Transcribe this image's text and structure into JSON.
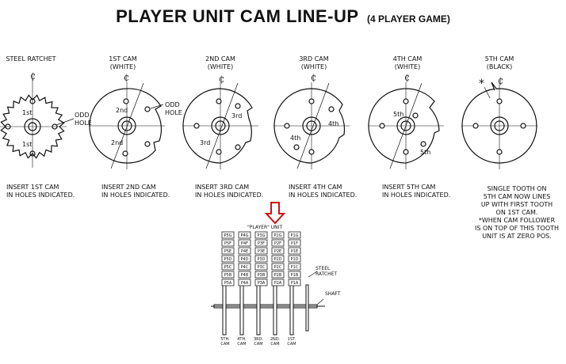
{
  "title": "PLAYER UNIT CAM LINE-UP",
  "subtitle": "(4 PLAYER GAME)",
  "centerline_symbol": "₵",
  "columns": [
    {
      "heading": [
        "STEEL RATCHET"
      ],
      "instruction": [
        "INSERT 1st CAM",
        "IN HOLES INDICATED."
      ],
      "labels": [
        "1st",
        "1st",
        "ODD",
        "HOLE"
      ]
    },
    {
      "heading": [
        "1st CAM",
        "(WHITE)"
      ],
      "instruction": [
        "INSERT 2nd CAM",
        "IN HOLES INDICATED."
      ],
      "labels": [
        "2nd",
        "2nd",
        "ODD",
        "HOLE"
      ]
    },
    {
      "heading": [
        "2nd CAM",
        "(WHITE)"
      ],
      "instruction": [
        "INSERT 3rd CAM",
        "IN HOLES INDICATED."
      ],
      "labels": [
        "3rd",
        "3rd"
      ]
    },
    {
      "heading": [
        "3rd CAM",
        "(WHITE)"
      ],
      "instruction": [
        "INSERT 4th CAM",
        "IN HOLES INDICATED."
      ],
      "labels": [
        "4th",
        "4th"
      ]
    },
    {
      "heading": [
        "4th CAM",
        "(WHITE)"
      ],
      "instruction": [
        "INSERT 5th CAM",
        "IN HOLES INDICATED."
      ],
      "labels": [
        "5th",
        "5th"
      ]
    },
    {
      "heading": [
        "5th CAM",
        "(BLACK)"
      ],
      "instruction": [
        "SINGLE TOOTH ON",
        "5th CAM NOW LINES",
        "UP WITH FIRST TOOTH",
        "ON 1st CAM.",
        "*WHEN CAM FOLLOWER",
        "IS ON TOP OF THIS TOOTH",
        "UNIT IS AT ZERO POS."
      ],
      "labels": [
        "*"
      ]
    }
  ],
  "player_unit": {
    "header": "\"PLAYER\" UNIT",
    "grid": [
      [
        "P5G",
        "P4G",
        "P3G",
        "P2G",
        "P1G"
      ],
      [
        "P5F",
        "P4F",
        "P3F",
        "P2F",
        "P1F"
      ],
      [
        "P5E",
        "P4E",
        "P3E",
        "P2E",
        "P1E"
      ],
      [
        "P5D",
        "P4D",
        "P3D",
        "P2D",
        "P1D"
      ],
      [
        "P5C",
        "P4C",
        "P3C",
        "P2C",
        "P1C"
      ],
      [
        "P5B",
        "P4B",
        "P3B",
        "P2B",
        "P1B"
      ],
      [
        "P5A",
        "P4A",
        "P3A",
        "P2A",
        "P1A"
      ]
    ],
    "steel_ratchet_label": [
      "STEEL",
      "RATCHET"
    ],
    "shaft_label": "SHAFT",
    "cam_labels": [
      [
        "5TH.",
        "CAM"
      ],
      [
        "4TH.",
        "CAM"
      ],
      [
        "3RD.",
        "CAM"
      ],
      [
        "2ND.",
        "CAM"
      ],
      [
        "1ST.",
        "CAM"
      ]
    ],
    "arrow_color": "#cc1111"
  }
}
